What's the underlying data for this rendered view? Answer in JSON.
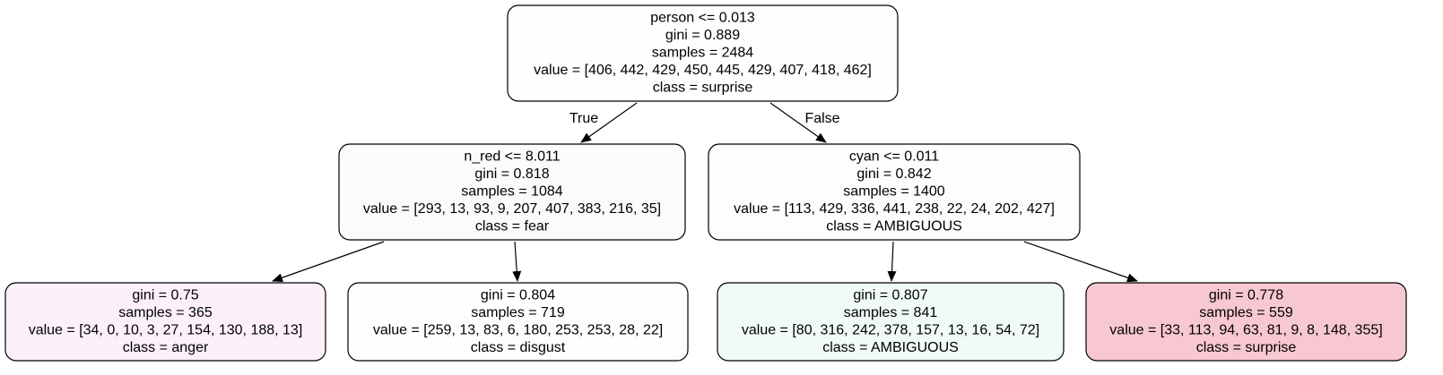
{
  "tree": {
    "nodes": [
      {
        "id": "root",
        "lines": [
          "person <= 0.013",
          "gini = 0.889",
          "samples = 2484",
          "value = [406, 442, 429, 450, 445, 429, 407, 418, 462]",
          "class = surprise"
        ],
        "fill": "#fefefe"
      },
      {
        "id": "left",
        "lines": [
          "n_red <= 8.011",
          "gini = 0.818",
          "samples = 1084",
          "value = [293, 13, 93, 9, 207, 407, 383, 216, 35]",
          "class = fear"
        ],
        "fill": "#fafbfd"
      },
      {
        "id": "right",
        "lines": [
          "cyan <= 0.011",
          "gini = 0.842",
          "samples = 1400",
          "value = [113, 429, 336, 441, 238, 22, 24, 202, 427]",
          "class = AMBIGUOUS"
        ],
        "fill": "#fcfefd"
      },
      {
        "id": "leaf-anger",
        "lines": [
          "gini = 0.75",
          "samples = 365",
          "value = [34, 0, 10, 3, 27, 154, 130, 188, 13]",
          "class = anger"
        ],
        "fill": "#fdf0fb"
      },
      {
        "id": "leaf-disgust",
        "lines": [
          "gini = 0.804",
          "samples = 719",
          "value = [259, 13, 83, 6, 180, 253, 253, 28, 22]",
          "class = disgust"
        ],
        "fill": "#fefefc"
      },
      {
        "id": "leaf-ambiguous",
        "lines": [
          "gini = 0.807",
          "samples = 841",
          "value = [80, 316, 242, 378, 157, 13, 16, 54, 72]",
          "class = AMBIGUOUS"
        ],
        "fill": "#f1fbf5"
      },
      {
        "id": "leaf-surprise",
        "lines": [
          "gini = 0.778",
          "samples = 559",
          "value = [33, 113, 94, 63, 81, 9, 8, 148, 355]",
          "class = surprise"
        ],
        "fill": "#f7c7d2"
      }
    ],
    "edges": [
      {
        "from": "root",
        "to": "left",
        "label": "True"
      },
      {
        "from": "root",
        "to": "right",
        "label": "False"
      },
      {
        "from": "left",
        "to": "leaf-anger",
        "label": ""
      },
      {
        "from": "left",
        "to": "leaf-disgust",
        "label": ""
      },
      {
        "from": "right",
        "to": "leaf-ambiguous",
        "label": ""
      },
      {
        "from": "right",
        "to": "leaf-surprise",
        "label": ""
      }
    ]
  }
}
